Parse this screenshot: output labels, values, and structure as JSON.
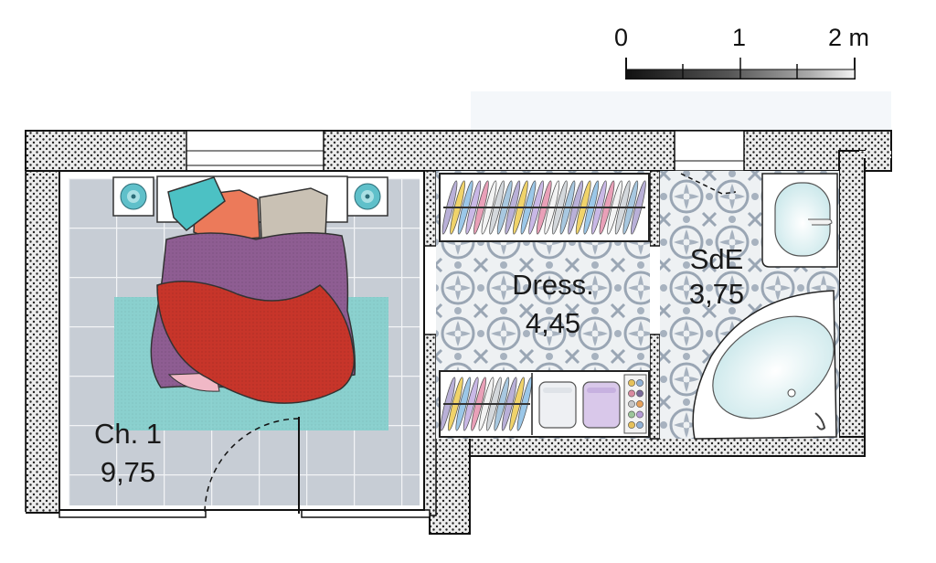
{
  "scale_bar": {
    "labels": [
      "0",
      "1",
      "2 m"
    ],
    "colors": [
      "#111111",
      "#555555",
      "#aaaaaa",
      "#f4f4f4"
    ]
  },
  "rooms": [
    {
      "id": "bedroom",
      "name": "Ch. 1",
      "area": "9,75",
      "floor": "light grey tiles"
    },
    {
      "id": "dressing",
      "name": "Dress.",
      "area": "4,45",
      "floor": "patterned cement tiles"
    },
    {
      "id": "shower-room",
      "name": "SdE",
      "area": "3,75",
      "floor": "patterned cement tiles"
    }
  ],
  "furniture": {
    "bedroom": [
      "double-bed",
      "bedside-lamp-left",
      "bedside-lamp-right",
      "rug",
      "door-swing"
    ],
    "dressing": [
      "hanging-rail-top",
      "hanging-rail-bottom",
      "folded-stack-white",
      "folded-stack-purple",
      "shoe-rack"
    ],
    "shower-room": [
      "washbasin",
      "bathtub"
    ]
  },
  "colors": {
    "wall_fill": "#e9e9e9",
    "wall_dots": "#222222",
    "bedroom_floor": "#c6ccd4",
    "tile_floor": "#ebeff1",
    "tile_pattern": "#9aa6b4",
    "rug": "#86cfcc",
    "duvet": "#8e5d92",
    "throw": "#c7352a",
    "pillow_teal": "#4cc1c4",
    "pillow_orange": "#ec7a5a",
    "pillow_beige": "#c9c1b4",
    "basin": "#d8ecee"
  }
}
